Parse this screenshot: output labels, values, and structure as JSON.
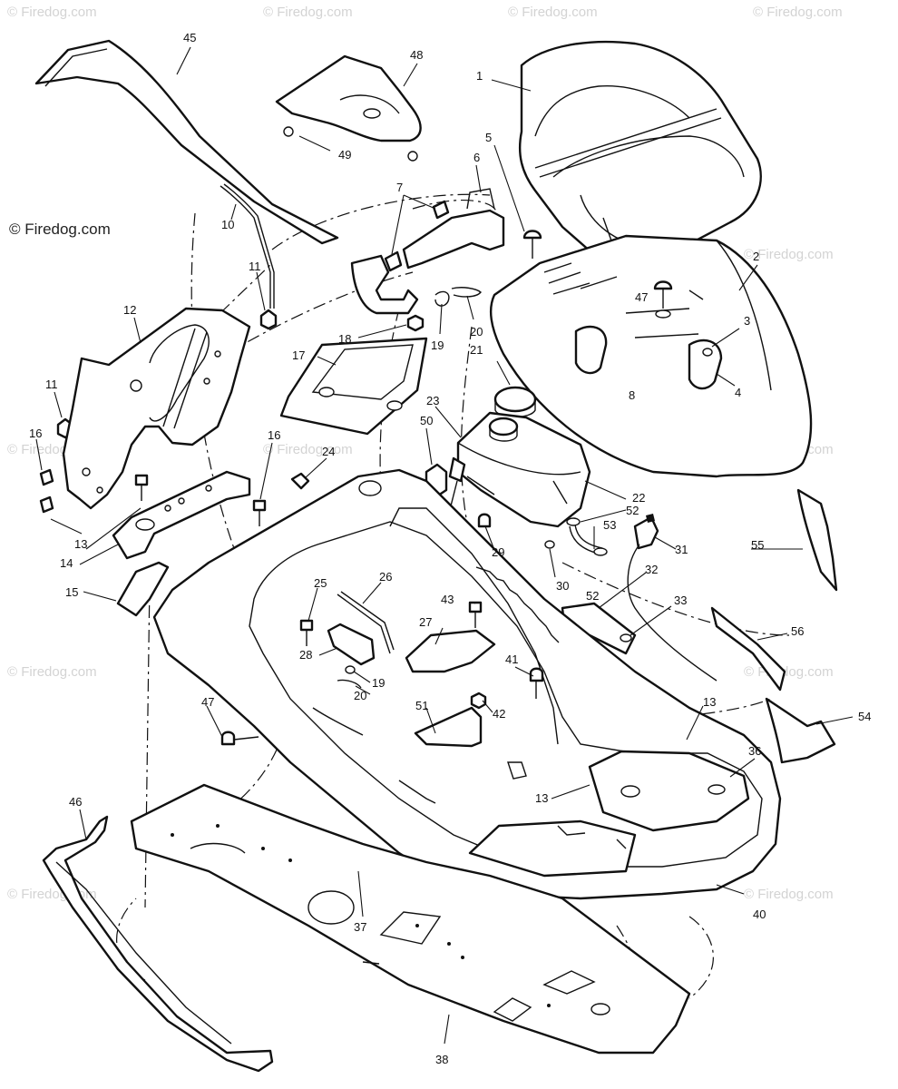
{
  "watermark": {
    "logo_text": "© Firedog.com",
    "repeat_text": "© Firedog.com"
  },
  "callouts": [
    "45",
    "48",
    "49",
    "1",
    "5",
    "2",
    "3",
    "4",
    "6",
    "7",
    "8",
    "10",
    "11",
    "12",
    "16",
    "13",
    "14",
    "15",
    "17",
    "18",
    "19",
    "20",
    "21",
    "23",
    "22",
    "24",
    "50",
    "52",
    "53",
    "31",
    "30",
    "29",
    "32",
    "33",
    "56",
    "25",
    "26",
    "27",
    "28",
    "43",
    "41",
    "42",
    "51",
    "47",
    "46",
    "40",
    "36",
    "37",
    "54",
    "55",
    "38"
  ]
}
